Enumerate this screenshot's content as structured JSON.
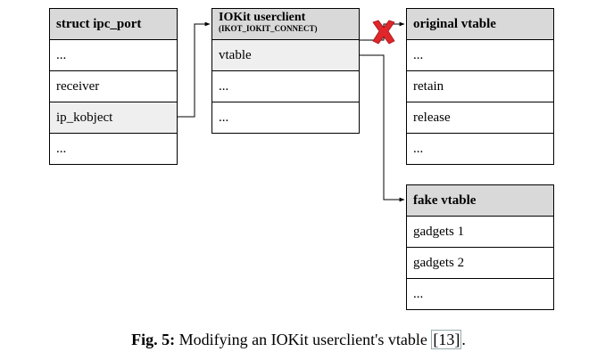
{
  "boxes": {
    "ipc_port": {
      "header": "struct ipc_port",
      "rows": [
        "...",
        "receiver",
        "ip_kobject",
        "..."
      ]
    },
    "userclient": {
      "header_title": "IOKit userclient",
      "header_sub": "(IKOT_IOKIT_CONNECT)",
      "rows": [
        "vtable",
        "...",
        "..."
      ]
    },
    "original_vtable": {
      "header": "original vtable",
      "rows": [
        "...",
        "retain",
        "release",
        "..."
      ]
    },
    "fake_vtable": {
      "header": "fake vtable",
      "rows": [
        "gadgets 1",
        "gadgets 2",
        "..."
      ]
    }
  },
  "caption": {
    "label": "Fig. 5:",
    "text": "Modifying an IOKit userclient's vtable",
    "ref": "[13]",
    "end": "."
  },
  "colors": {
    "header_bg": "#d9d9d9",
    "highlight_bg": "#efefef",
    "cross": "#e0262b"
  }
}
